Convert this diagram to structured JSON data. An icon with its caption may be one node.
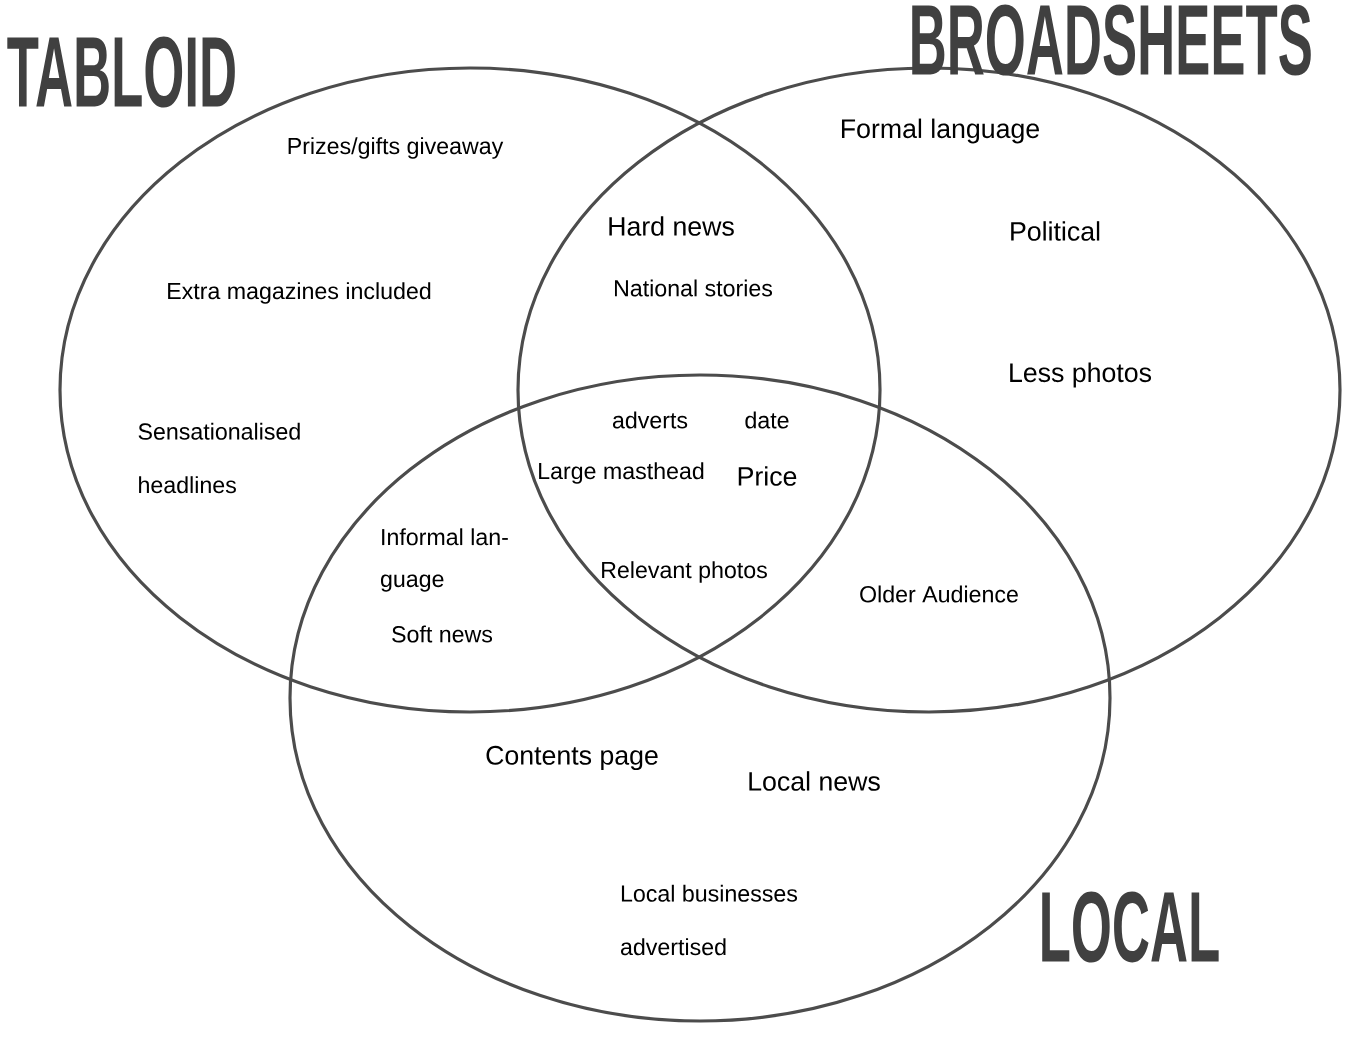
{
  "diagram": {
    "nodes": [
      {
        "text": [
          "TABLOID"
        ]
      },
      {
        "text": [
          "BROADSHEETS"
        ]
      },
      {
        "text": [
          "LOCAL"
        ]
      }
    ],
    "labels": [
      "Formal language",
      "Prizes/gifts giveaway",
      "Hard news",
      "Political",
      "Extra magazines included",
      "National stories",
      "Less photos",
      "adverts",
      "date",
      "Sensationalised headlines",
      "Large masthead",
      "Price",
      "Informal lan- guage",
      "Relevant photos",
      "Older Audience",
      "Soft news",
      "Contents page",
      "Local news",
      "Local businesses advertised"
    ]
  }
}
